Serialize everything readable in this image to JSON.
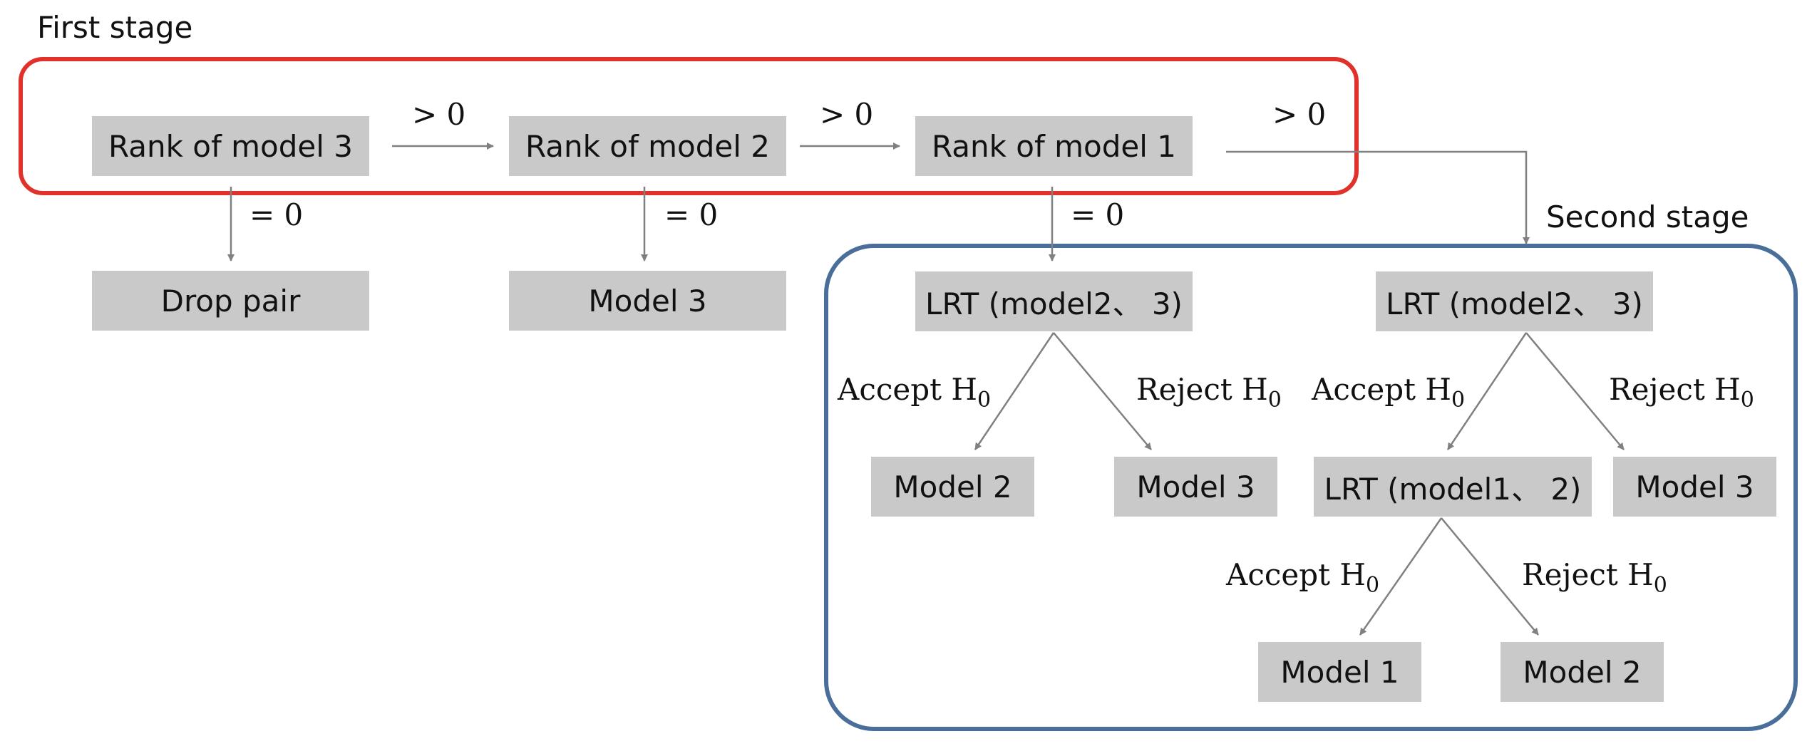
{
  "stages": {
    "first": "First stage",
    "second": "Second stage"
  },
  "nodes": {
    "rank_model3": "Rank of model 3",
    "rank_model2": "Rank of model 2",
    "rank_model1": "Rank of model 1",
    "drop_pair": "Drop pair",
    "model3_a": "Model 3",
    "lrt_left": "LRT (model2、 3)",
    "lrt_right": "LRT (model2、 3)",
    "model2_left": "Model 2",
    "model3_left": "Model 3",
    "lrt_model1_2": "LRT (model1、 2)",
    "model3_right": "Model 3",
    "model1_bottom": "Model 1",
    "model2_bottom": "Model 2"
  },
  "edge_labels": {
    "gt0_1": "> 0",
    "gt0_2": "> 0",
    "gt0_3": "> 0",
    "eq0_1": "= 0",
    "eq0_2": "= 0",
    "eq0_3": "= 0",
    "accept_1": "Accept H",
    "reject_1": "Reject H",
    "accept_2": "Accept H",
    "reject_2": "Reject H",
    "accept_3": "Accept H",
    "reject_3": "Reject H",
    "subscript": "0"
  },
  "colors": {
    "first_stage_border": "#e0312a",
    "second_stage_border": "#4a6e9a",
    "node_fill": "#c9c9c9",
    "arrow": "#808080"
  }
}
